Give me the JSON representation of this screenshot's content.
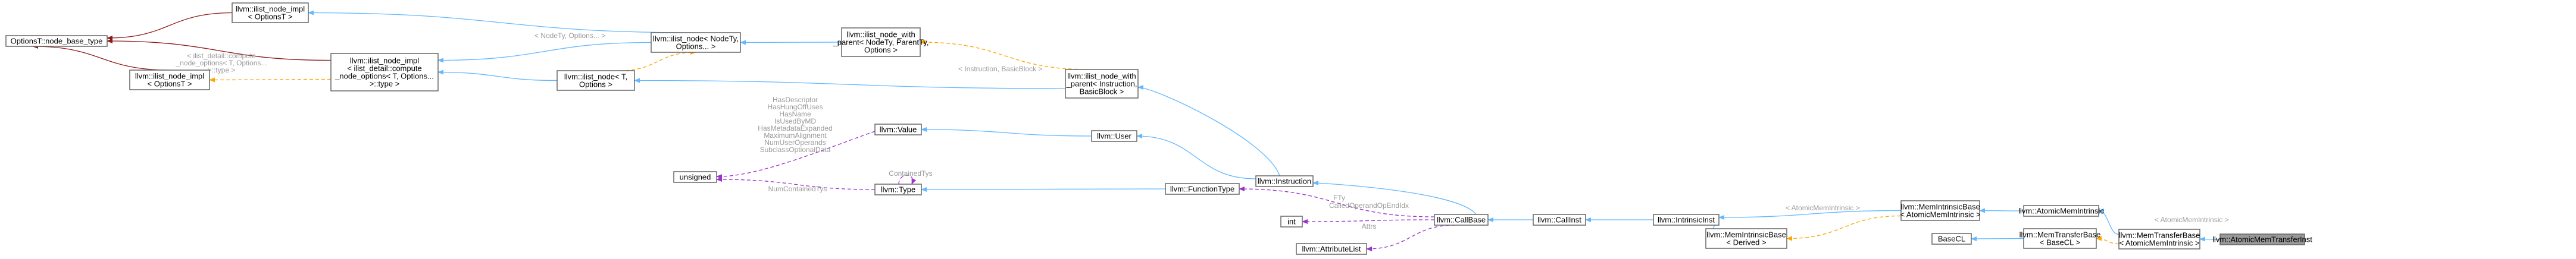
{
  "nodes": {
    "n0": {
      "lines": [
        "llvm::AtomicMemTransferInst"
      ]
    },
    "n1": {
      "lines": [
        "llvm::MemTransferBase",
        "< AtomicMemIntrinsic >"
      ]
    },
    "n2": {
      "lines": [
        "llvm::AtomicMemIntrinsic"
      ]
    },
    "n3": {
      "lines": [
        "llvm::MemIntrinsicBase",
        "< AtomicMemIntrinsic >"
      ]
    },
    "n4": {
      "lines": [
        "llvm::IntrinsicInst"
      ]
    },
    "n5": {
      "lines": [
        "llvm::CallInst"
      ]
    },
    "n6": {
      "lines": [
        "llvm::CallBase"
      ]
    },
    "n7": {
      "lines": [
        "llvm::Instruction"
      ]
    },
    "n8": {
      "lines": [
        "llvm::User"
      ]
    },
    "n9": {
      "lines": [
        "llvm::Value"
      ]
    },
    "n10": {
      "lines": [
        "llvm::Type"
      ]
    },
    "n11": {
      "lines": [
        "unsigned"
      ]
    },
    "n12": {
      "lines": [
        "llvm::ilist_node_with",
        "_parent< Instruction,",
        "BasicBlock >"
      ]
    },
    "n13": {
      "lines": [
        "llvm::ilist_node_with",
        "_parent< NodeTy, ParentTy,",
        "Options >"
      ]
    },
    "n14": {
      "lines": [
        "llvm::ilist_node< NodeTy,",
        "Options... >"
      ]
    },
    "n15": {
      "lines": [
        "llvm::ilist_node_impl",
        "< OptionsT >"
      ]
    },
    "n16": {
      "lines": [
        "OptionsT::node_base_type"
      ]
    },
    "n17": {
      "lines": [
        "llvm::ilist_node_impl",
        "< ilist_detail::compute",
        "_node_options< T, Options...",
        ">::type >"
      ]
    },
    "n18": {
      "lines": [
        "llvm::ilist_node< T,",
        "Options >"
      ]
    },
    "n19": {
      "lines": [
        "llvm::ilist_node_impl",
        "< OptionsT >"
      ]
    },
    "n20": {
      "lines": [
        "llvm::FunctionType"
      ]
    },
    "n21": {
      "lines": [
        "int"
      ]
    },
    "n22": {
      "lines": [
        "llvm::AttributeList"
      ]
    },
    "n23": {
      "lines": [
        "llvm::MemIntrinsicBase",
        "< Derived >"
      ]
    },
    "n24": {
      "lines": [
        "llvm::MemTransferBase",
        "< BaseCL >"
      ]
    },
    "n25": {
      "lines": [
        "BaseCL"
      ]
    }
  },
  "edge_labels": {
    "l_memtransfer": [
      "< AtomicMemIntrinsic >"
    ],
    "l_memintrinsic": [
      "< AtomicMemIntrinsic >"
    ],
    "l_value_members": [
      "HasDescriptor",
      "HasHungOffUses",
      "HasName",
      "IsUsedByMD",
      "HasMetadataExpanded",
      "MaximumAlignment",
      "NumUserOperands",
      "SubclassOptionalData"
    ],
    "l_subtype": [
      "ContainedTys"
    ],
    "l_numcontained": [
      "NumContainedTys"
    ],
    "l_fty": [
      "FTy"
    ],
    "l_calledop": [
      "CalledOperandOpEndIdx"
    ],
    "l_attrs": [
      "Attrs"
    ],
    "l_basicblock": [
      "< Instruction, BasicBlock >"
    ],
    "l_nodety": [
      "< NodeTy, Options... >"
    ],
    "l_compute": [
      "< ilist_detail::compute",
      "_node_options< T, Options...",
      ">::type >"
    ]
  }
}
